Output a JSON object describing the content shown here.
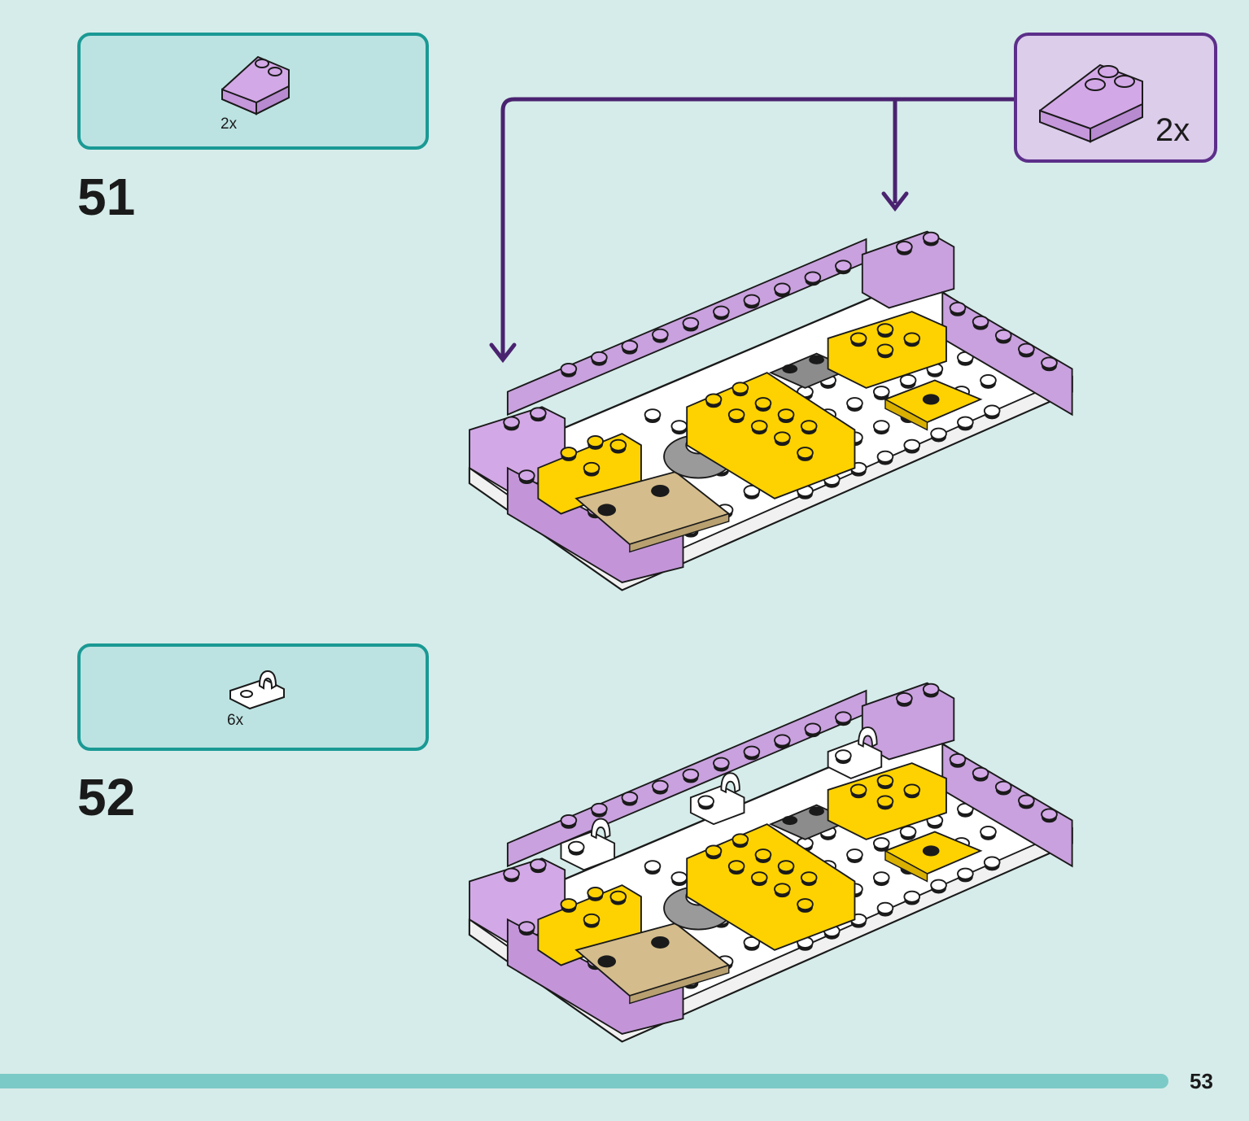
{
  "steps": [
    {
      "number": "51",
      "parts": [
        {
          "name": "slope brick 2x2 lavender",
          "qty": "2x"
        }
      ]
    },
    {
      "number": "52",
      "parts": [
        {
          "name": "plate with clip white",
          "qty": "6x"
        }
      ]
    }
  ],
  "callout": {
    "qty": "2x",
    "part": "slope brick 2x2 lavender"
  },
  "page_number": "53",
  "colors": {
    "background": "#d6ecea",
    "parts_box": "#bce3e2",
    "parts_border": "#1a9994",
    "callout_fill": "#dccdeb",
    "callout_border": "#5c2f8a",
    "lavender": "#d3a8e6",
    "yellow": "#fdd200",
    "tan": "#d4bc8c",
    "footer_bar": "#7ccac7"
  }
}
